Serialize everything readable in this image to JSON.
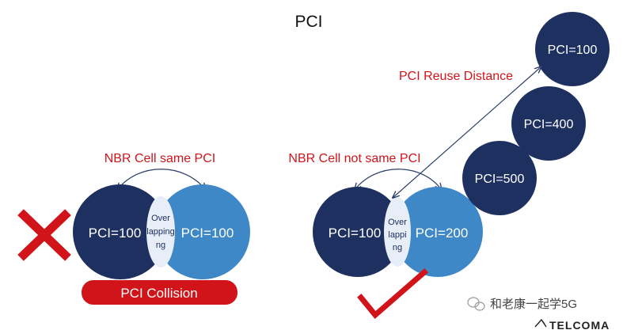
{
  "title": "PCI",
  "left_panel": {
    "label": "NBR Cell same PCI",
    "left_cell": "PCI=100",
    "right_cell": "PCI=100",
    "overlap_lines": [
      "Over",
      "lapping",
      "ng"
    ],
    "result_label": "PCI Collision",
    "status_icon": "cross-icon"
  },
  "right_panel": {
    "label": "NBR Cell not same PCI",
    "left_cell": "PCI=100",
    "right_cell": "PCI=200",
    "overlap_lines": [
      "Over",
      "lappi",
      "ng"
    ],
    "reuse_label": "PCI Reuse Distance",
    "stack_cells": [
      "PCI=100",
      "PCI=400",
      "PCI=500"
    ],
    "status_icon": "check-icon"
  },
  "watermark": {
    "channel": "和老康一起学5G",
    "brand": "TELCOMA"
  },
  "colors": {
    "dark_navy": "#1e3060",
    "medium_blue": "#3f88c8",
    "red": "#d0141a",
    "overlap_fill": "#e8eef8",
    "text_dark": "#222222"
  }
}
